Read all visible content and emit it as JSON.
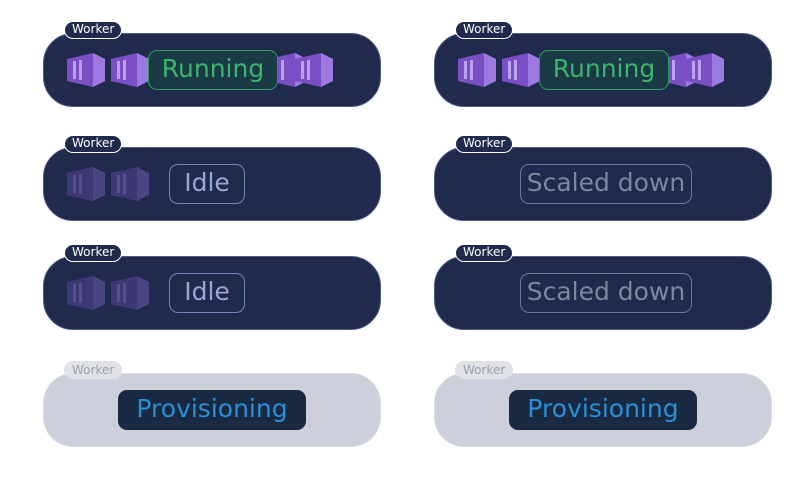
{
  "worker_label": "Worker",
  "cards": [
    {
      "status": "Running"
    },
    {
      "status": "Running"
    },
    {
      "status": "Idle"
    },
    {
      "status": "Scaled down"
    },
    {
      "status": "Idle"
    },
    {
      "status": "Scaled down"
    },
    {
      "status": "Provisioning"
    },
    {
      "status": "Provisioning"
    }
  ],
  "colors": {
    "dark_card": "#1f2a4c",
    "light_card": "#cdd0da",
    "running": "#3cb46c",
    "idle": "#9aa5d6",
    "scaled_down": "#7e869c",
    "provisioning": "#2a8fd6",
    "instance_purple": "#7a4fc4"
  },
  "icons": [
    "instance-icon"
  ]
}
